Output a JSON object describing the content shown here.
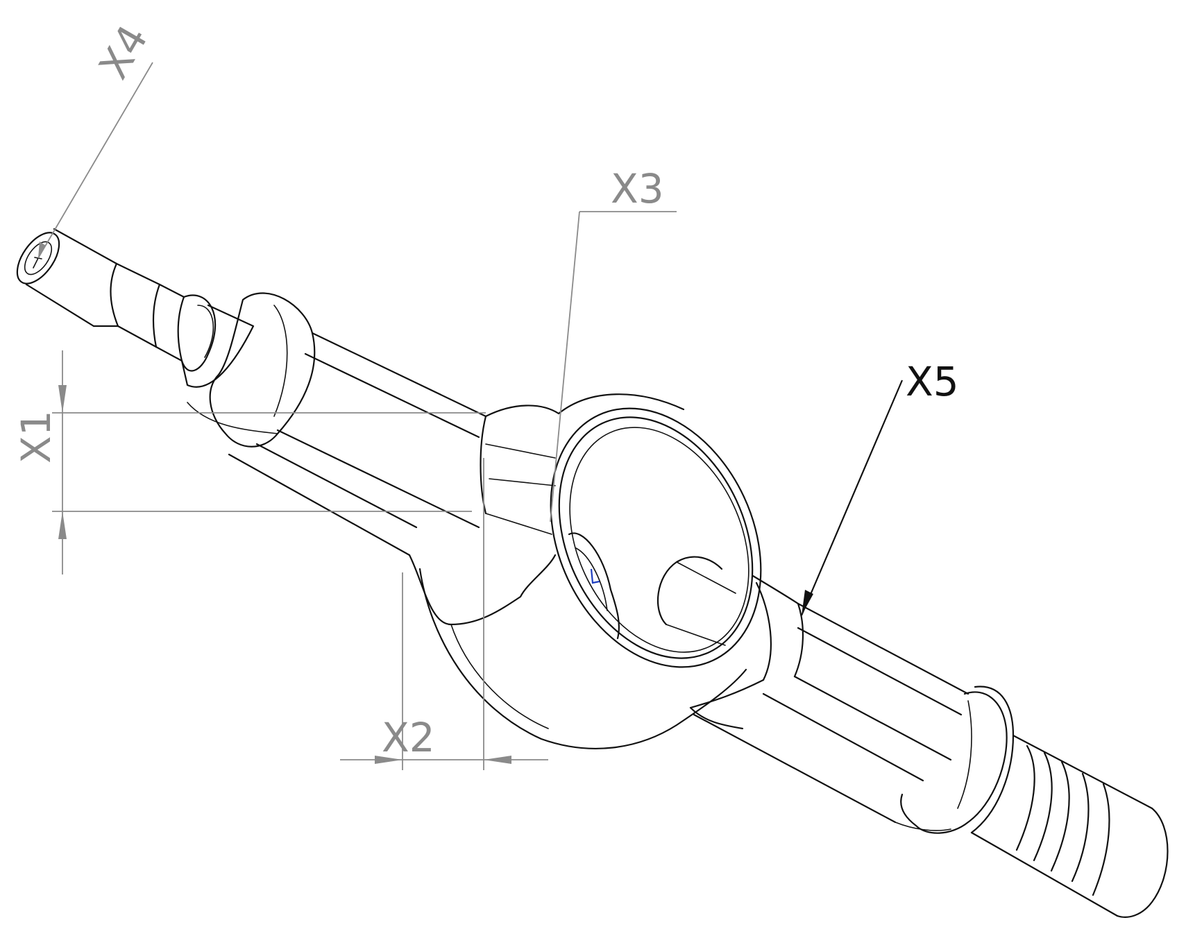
{
  "labels": {
    "x1": "X1",
    "x2": "X2",
    "x3": "X3",
    "x4": "X4",
    "x5": "X5"
  },
  "colors": {
    "part_outline": "#111111",
    "dimension_lines": "#8a8a8a",
    "leader_x5": "#111111",
    "origin_marker": "#1f3fbf",
    "background": "#ffffff"
  }
}
